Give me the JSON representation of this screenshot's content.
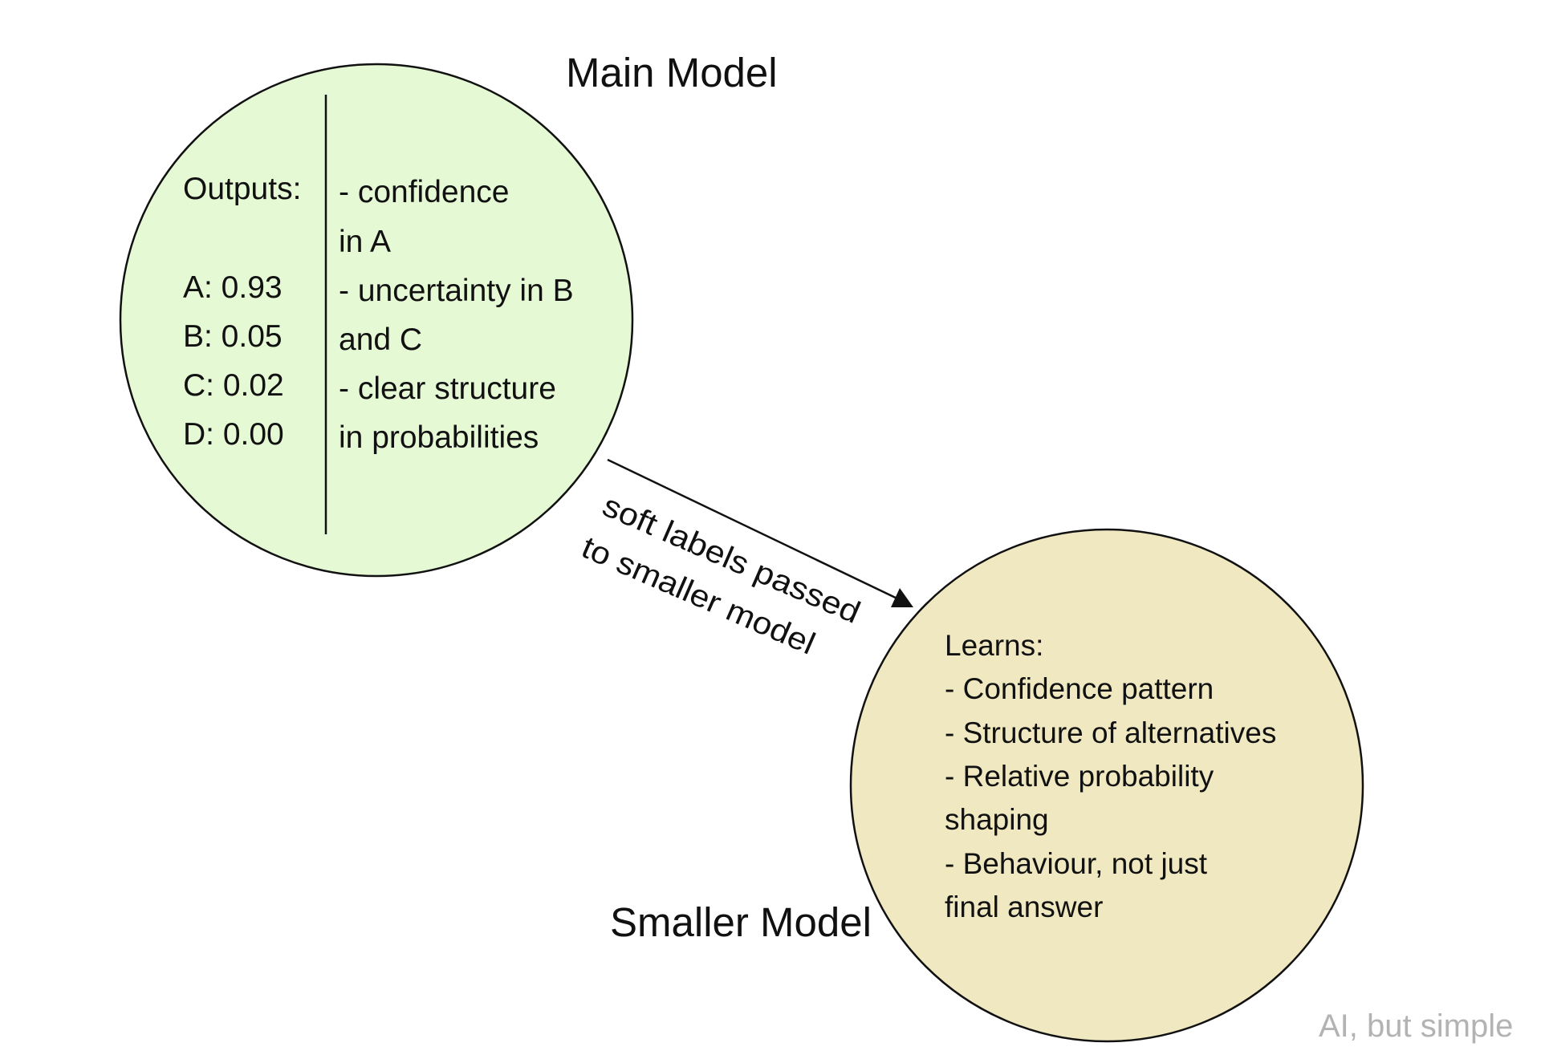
{
  "diagram": {
    "main_model": {
      "title": "Main Model",
      "fill": "#e6f9d5",
      "left_column": {
        "heading": "Outputs:",
        "items": [
          {
            "label": "A",
            "value": "0.93",
            "text": "A: 0.93"
          },
          {
            "label": "B",
            "value": "0.05",
            "text": "B: 0.05"
          },
          {
            "label": "C",
            "value": "0.02",
            "text": "C: 0.02"
          },
          {
            "label": "D",
            "value": "0.00",
            "text": "D: 0.00"
          }
        ]
      },
      "right_column": {
        "lines": [
          "- confidence",
          "in A",
          "- uncertainty in B",
          "and C",
          "- clear structure",
          "in probabilities"
        ]
      }
    },
    "edge": {
      "label_lines": [
        "soft labels passed",
        "to smaller model"
      ],
      "from": "main_model",
      "to": "smaller_model"
    },
    "smaller_model": {
      "title": "Smaller Model",
      "fill": "#efe8c1",
      "lines": [
        "Learns:",
        "- Confidence pattern",
        "- Structure of alternatives",
        "- Relative probability",
        "shaping",
        "- Behaviour, not just",
        "final answer"
      ]
    },
    "watermark": "AI, but simple",
    "stroke_color": "#111111"
  }
}
